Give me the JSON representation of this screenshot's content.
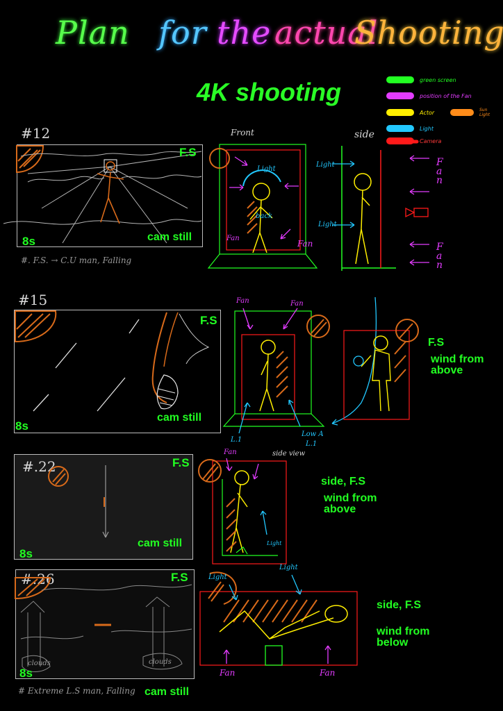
{
  "title": {
    "plan": "Plan",
    "for": "for",
    "the": "the",
    "actual": "actual",
    "shooting": "Shooting"
  },
  "subtitle": "4K shooting",
  "legend": [
    {
      "label": "green screen",
      "color": "#22ff22"
    },
    {
      "label": "position of the Fan",
      "color": "#e33cff"
    },
    {
      "label": "Actor",
      "color": "#ffee00"
    },
    {
      "label": "Sun Light",
      "color": "#ff8c1a"
    },
    {
      "label": "Light",
      "color": "#22c8ff"
    },
    {
      "label": "Camera",
      "color": "#ff1a1a"
    }
  ],
  "shots": [
    {
      "number": "#12",
      "shot": "F.S",
      "duration": "8s",
      "camera": "cam still",
      "caption": "#. F.S. → C.U man, Falling"
    },
    {
      "number": "#15",
      "shot": "F.S",
      "duration": "8s",
      "camera": "cam still"
    },
    {
      "number": "#.22",
      "shot": "F.S",
      "duration": "8s",
      "camera": "cam still"
    },
    {
      "number": "#.26",
      "shot": "F.S",
      "duration": "8s",
      "camera": "cam still",
      "caption": "# Extreme L.S man, Falling"
    }
  ],
  "diagrams": {
    "d1": {
      "front": "Front",
      "side": "side",
      "light1": "Light",
      "light2": "Light",
      "light3": "Light",
      "back": "back",
      "fan1": "Fan",
      "fan2": "Fan"
    },
    "d2": {
      "fan1": "Fan",
      "fan2": "Fan",
      "l1": "L.1",
      "low": "Low A",
      "l1b": "L.1"
    },
    "d3": {
      "sideview": "side view",
      "fan": "Fan",
      "light": "Light"
    },
    "d4": {
      "light1": "Light",
      "light2": "Light",
      "fan1": "Fan",
      "fan2": "Fan"
    },
    "side_fan": "Fan",
    "side_fan2": "Fan"
  },
  "notes": {
    "n15_a": "F.S",
    "n15_b": "wind from",
    "n15_c": "above",
    "n22_a": "side, F.S",
    "n22_b": "wind from",
    "n22_c": "above",
    "n26_a": "side, F.S",
    "n26_b": "wind from",
    "n26_c": "below"
  },
  "clouds": [
    "clouds",
    "clouds"
  ]
}
